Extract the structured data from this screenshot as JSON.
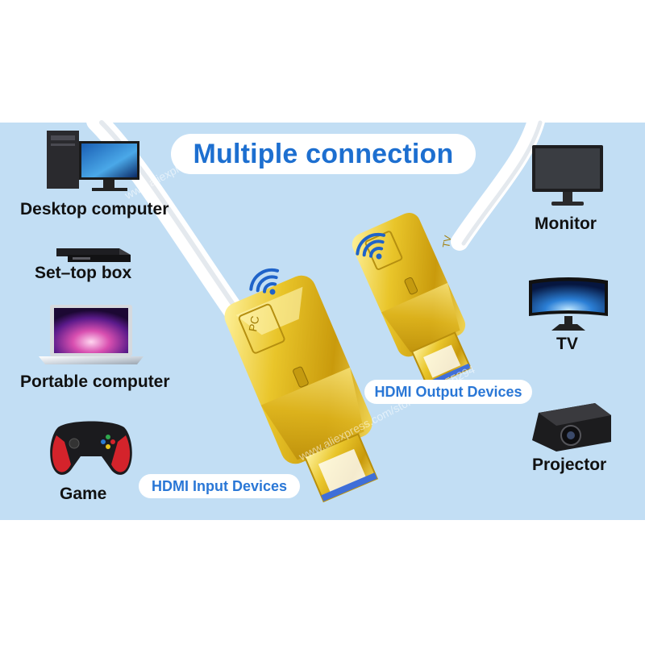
{
  "title": "Multiple connection",
  "input_devices": [
    {
      "label": "Desktop computer",
      "icon": "desktop-computer-icon"
    },
    {
      "label": "Set–top box",
      "icon": "set-top-box-icon"
    },
    {
      "label": "Portable computer",
      "icon": "laptop-icon"
    },
    {
      "label": "Game",
      "icon": "gamepad-icon"
    }
  ],
  "output_devices": [
    {
      "label": "Monitor",
      "icon": "monitor-icon"
    },
    {
      "label": "TV",
      "icon": "tv-icon"
    },
    {
      "label": "Projector",
      "icon": "projector-icon"
    }
  ],
  "pill_input": "HDMI Input Devices",
  "pill_output": "HDMI Output Devices",
  "plug_input_tag": "PC",
  "plug_output_tag": "TV",
  "watermark_top": "www.aliexpress.com/",
  "watermark_mid": "www.aliexpress.com/store/1105255294",
  "colors": {
    "background": "#c2def4",
    "title": "#1d6fd0",
    "pill_text": "#2a77d6",
    "gold": "#e6c01f",
    "wifi": "#1f63c9"
  }
}
